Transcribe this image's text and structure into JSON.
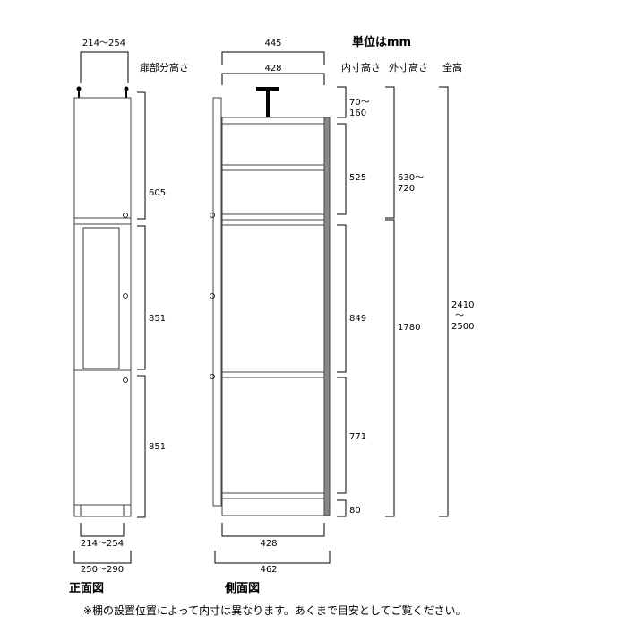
{
  "unit_label": "単位はmm",
  "headers": {
    "door_height": "扉部分高さ",
    "inner_height": "内寸高さ",
    "outer_height": "外寸高さ",
    "total_height": "全高"
  },
  "front": {
    "title": "正面図",
    "top_width": "214～254",
    "bottom_inner_width": "214～254",
    "bottom_outer_width": "250～290",
    "door_heights": [
      "605",
      "851",
      "851"
    ]
  },
  "side": {
    "title": "側面図",
    "top_outer_width": "445",
    "top_inner_width": "428",
    "bottom_inner_width": "428",
    "bottom_outer_width": "462",
    "inner_heights": [
      "70～\n160",
      "525",
      "849",
      "771",
      "80"
    ],
    "outer_heights": [
      "630～\n720",
      "1780"
    ],
    "total_height": "2410\n～\n2500"
  },
  "footnote": "※棚の設置位置によって内寸は異なります。あくまで目安としてご覧ください。"
}
